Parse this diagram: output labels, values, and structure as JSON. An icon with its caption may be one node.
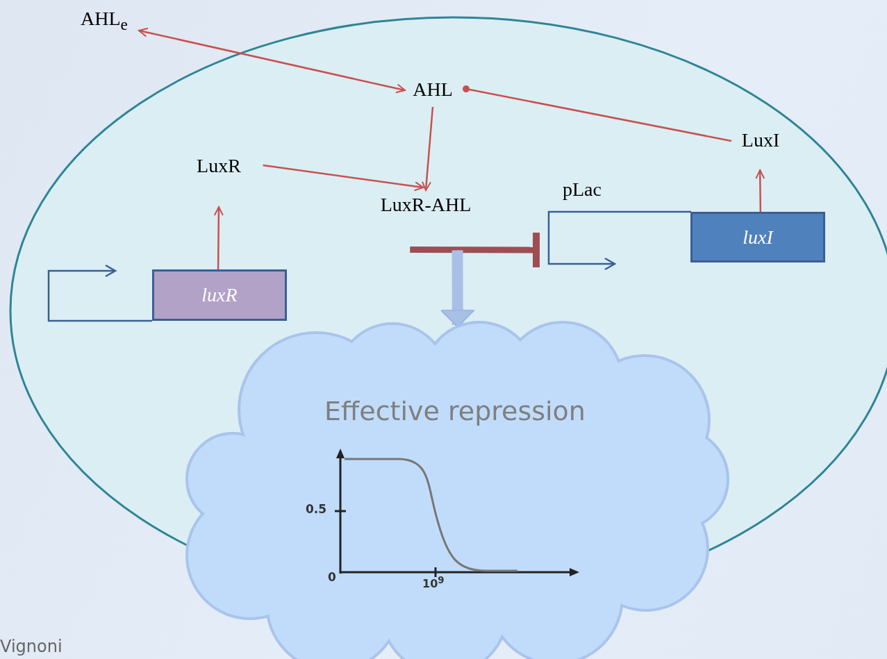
{
  "diagram": {
    "nodes": [
      {
        "text": [],
        "shape": "ellipse"
      },
      {
        "text": [
          "AHL$_{e}$"
        ]
      },
      {
        "text": [
          "AHL"
        ],
        "in": 0
      },
      {
        "text": [
          "LuxI"
        ],
        "in": 0
      },
      {
        "text": [
          "LuxR"
        ],
        "in": 0
      },
      {
        "text": [
          "LuxR-AHL"
        ],
        "in": 0
      },
      {
        "text": [
          "pLac"
        ],
        "in": 0
      },
      {
        "text": [
          "luxR"
        ],
        "in": 0
      },
      {
        "text": [
          "luxI"
        ],
        "in": 0
      },
      {
        "text": [
          "Effective repression"
        ]
      }
    ],
    "edges": [
      {
        "from": 1,
        "to": 2,
        "arrow": "both"
      },
      {
        "from": 3,
        "to": 2,
        "arrow": "other"
      },
      {
        "from": 2,
        "to": 5,
        "arrow": "to"
      },
      {
        "from": 4,
        "to": 5,
        "arrow": "to"
      },
      {
        "from": 7,
        "to": 4,
        "arrow": "to"
      },
      {
        "from": 8,
        "to": 3,
        "arrow": "to"
      },
      {
        "from": 5,
        "to": 6,
        "arrow": "other",
        "style": "thick",
        "color": "#9e4e52"
      },
      {
        "from": 5,
        "to": 9,
        "arrow": "to",
        "style": "thick",
        "color": "#a9c0e6"
      }
    ],
    "labels": [
      "0.5",
      "0",
      "10$^{9}$",
      "Vignoni"
    ]
  }
}
